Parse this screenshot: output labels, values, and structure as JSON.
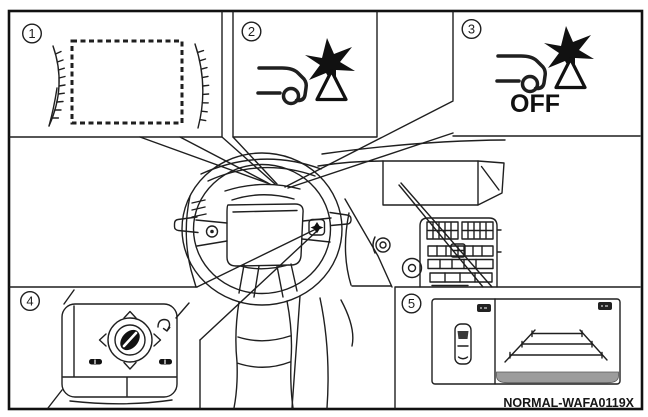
{
  "figure_code": "NORMAL-WAFA0119X",
  "colors": {
    "line_color": "#1f1f1f",
    "background": "#ffffff",
    "monitor_shade": "#9c9c9c",
    "icon_fill": "#111111"
  },
  "callouts": {
    "c1": {
      "number": "1",
      "icon_name": "instrument-cluster-display-icon"
    },
    "c2": {
      "number": "2",
      "icon_name": "forward-collision-warning-indicator-icon"
    },
    "c3": {
      "number": "3",
      "icon_name": "forward-collision-warning-off-indicator-icon",
      "off_label": "OFF"
    },
    "c4": {
      "number": "4",
      "icon_name": "steering-wheel-multifunction-switch-icon"
    },
    "c5": {
      "number": "5",
      "icon_name": "parking-monitor-display-icon"
    }
  }
}
